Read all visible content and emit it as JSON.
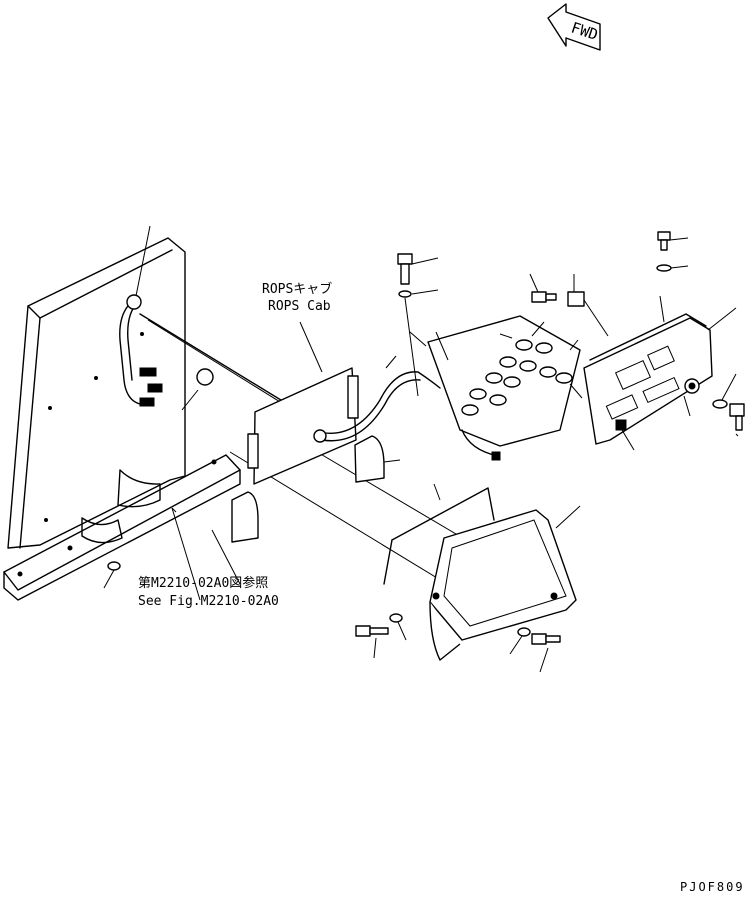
{
  "fwd_label": "FWD",
  "rops_label_jp": "ROPSキャブ",
  "rops_label_en": "ROPS Cab",
  "ref_label_jp": "第M2210-02A0図参照",
  "ref_label_en": "See Fig.M2210-02A0",
  "drawing_code": "PJOF809"
}
